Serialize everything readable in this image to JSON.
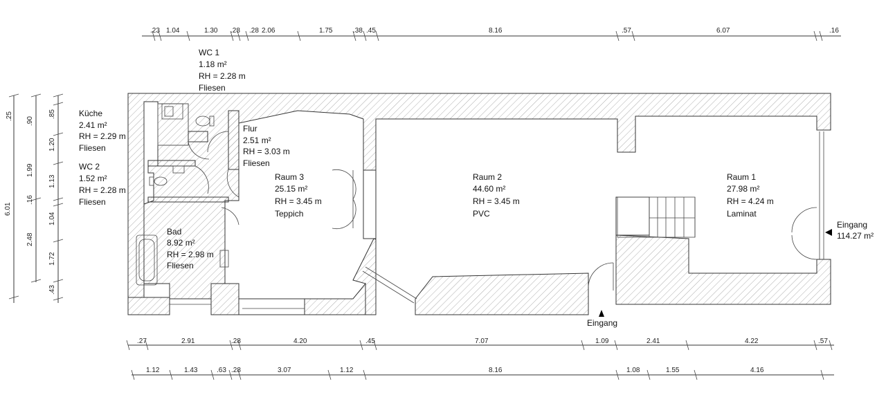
{
  "dims": {
    "top": [
      ".23",
      "1.04",
      "1.30",
      ".28",
      ".28",
      "2.06",
      "1.75",
      ".38",
      ".45",
      "8.16",
      ".57",
      "6.07",
      ".16"
    ],
    "bottom1": [
      ".27",
      "2.91",
      ".28",
      "4.20",
      ".45",
      "7.07",
      "1.09",
      "2.41",
      "4.22",
      ".57"
    ],
    "bottom2": [
      "1.12",
      "1.43",
      ".63",
      ".28",
      "3.07",
      "1.12",
      "8.16",
      "1.08",
      "1.55",
      "4.16"
    ],
    "left_outer": "6.01",
    "left_mid": [
      "1.99",
      "2.48"
    ],
    "left_inner": [
      ".25",
      ".90",
      ".85",
      "1.20",
      "1.13",
      ".16",
      "1.04",
      "1.72",
      ".43"
    ]
  },
  "rooms": {
    "wc1": {
      "name": "WC 1",
      "area": "1.18 m²",
      "height": "RH = 2.28 m",
      "floor": "Fliesen"
    },
    "kueche": {
      "name": "Küche",
      "area": "2.41 m²",
      "height": "RH = 2.29 m",
      "floor": "Fliesen"
    },
    "wc2": {
      "name": "WC 2",
      "area": "1.52 m²",
      "height": "RH = 2.28 m",
      "floor": "Fliesen"
    },
    "flur": {
      "name": "Flur",
      "area": "2.51 m²",
      "height": "RH = 3.03 m",
      "floor": "Fliesen"
    },
    "bad": {
      "name": "Bad",
      "area": "8.92 m²",
      "height": "RH = 2.98 m",
      "floor": "Fliesen"
    },
    "raum3": {
      "name": "Raum 3",
      "area": "25.15 m²",
      "height": "RH = 3.45 m",
      "floor": "Teppich"
    },
    "raum2": {
      "name": "Raum 2",
      "area": "44.60 m²",
      "height": "RH = 3.45 m",
      "floor": "PVC"
    },
    "raum1": {
      "name": "Raum 1",
      "area": "27.98 m²",
      "height": "RH = 4.24 m",
      "floor": "Laminat"
    }
  },
  "entrances": {
    "bottom": "Eingang",
    "right": "Eingang",
    "total": "114.27 m²"
  }
}
